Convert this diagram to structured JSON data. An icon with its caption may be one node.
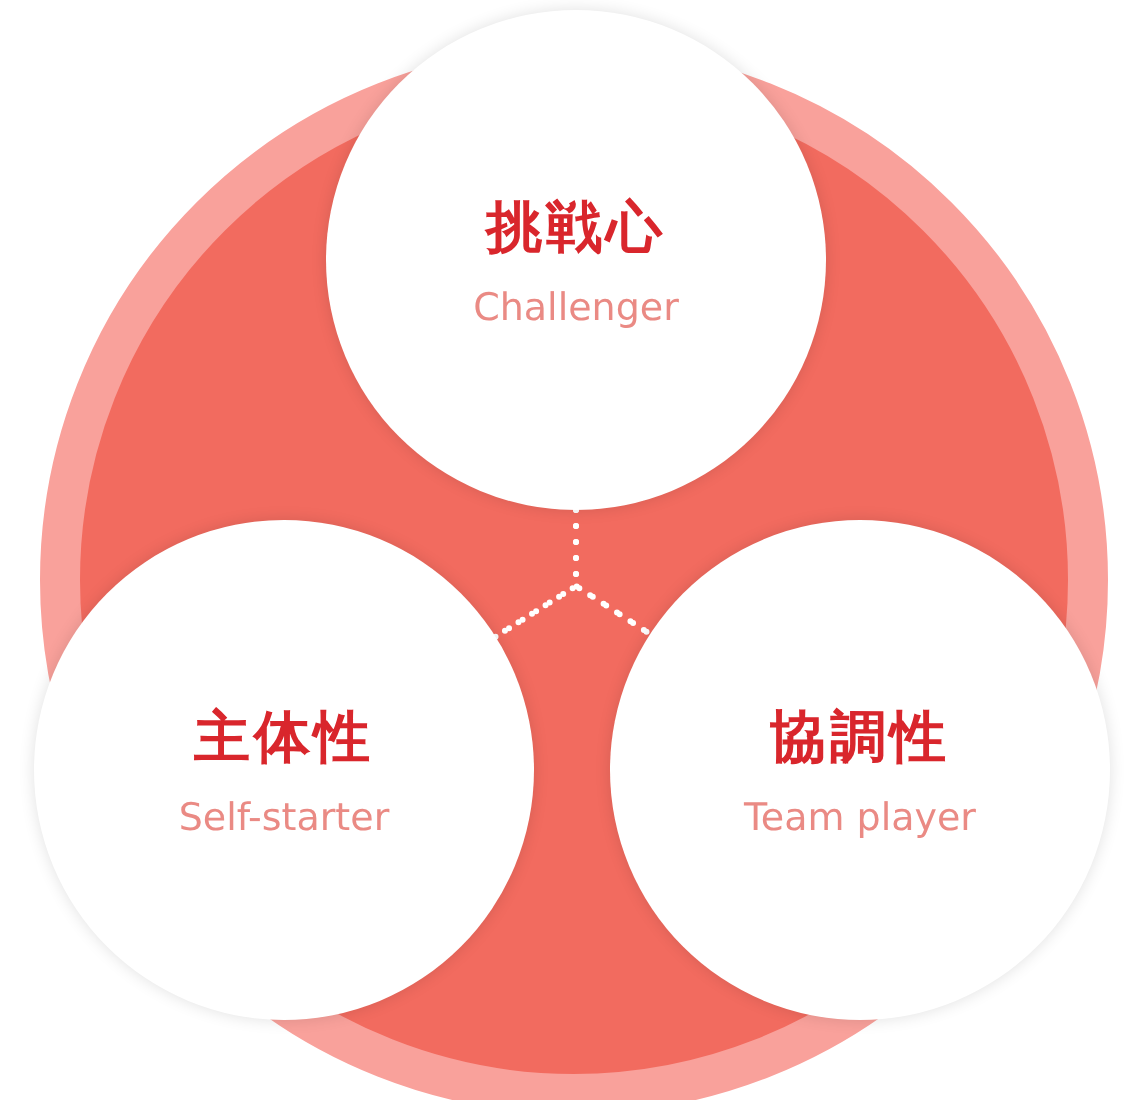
{
  "diagram": {
    "nodes": [
      {
        "text": [
          "挑戦心",
          "Challenger"
        ]
      },
      {
        "text": [
          "主体性",
          "Self-starter"
        ]
      },
      {
        "text": [
          "協調性",
          "Team player"
        ]
      }
    ],
    "edges": [
      {
        "from": 0,
        "to": 1,
        "arrow": "none",
        "style": "dashed",
        "color": "#ffffff"
      },
      {
        "from": 0,
        "to": 2,
        "arrow": "none",
        "style": "dashed",
        "color": "#ffffff"
      },
      {
        "from": 1,
        "to": 2,
        "arrow": "none",
        "style": "dashed",
        "color": "#ffffff"
      }
    ]
  }
}
